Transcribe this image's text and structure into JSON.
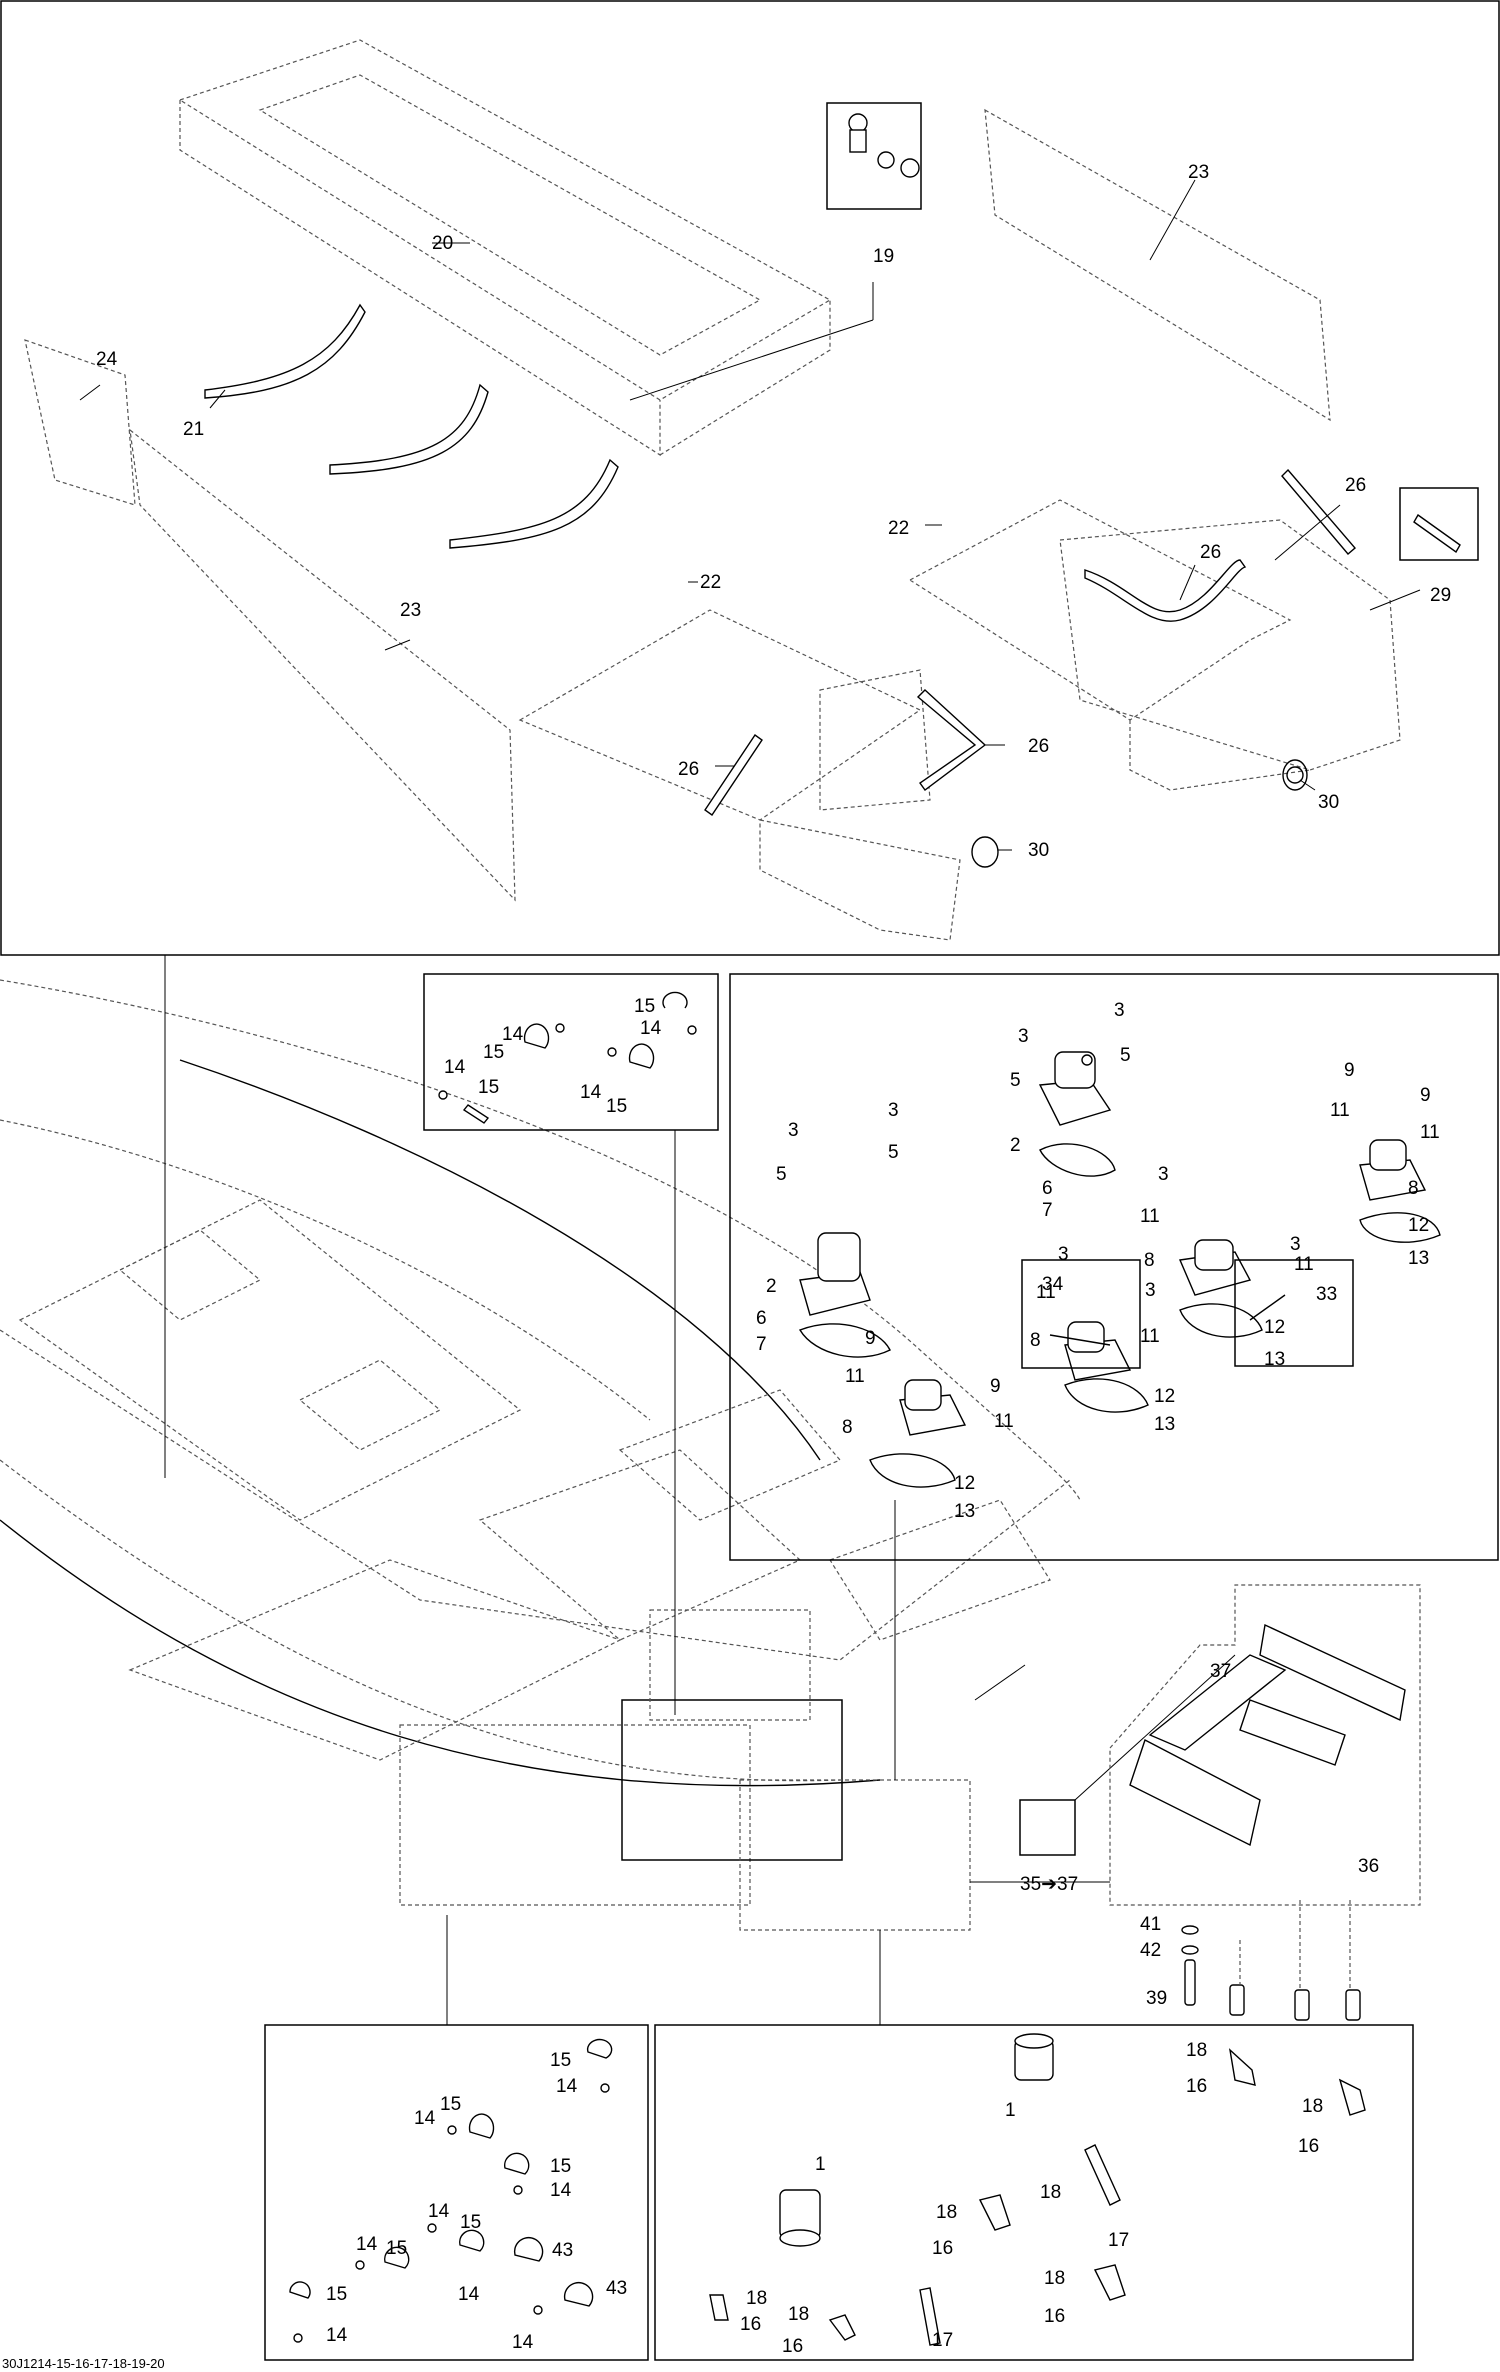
{
  "labels": {
    "p1": "1",
    "p3": "3",
    "p5": "5",
    "p2": "2",
    "p6": "6",
    "p7": "7",
    "p8": "8",
    "p9": "9",
    "p11": "11",
    "p12": "12",
    "p13": "13",
    "p14": "14",
    "p15": "15",
    "p16": "16",
    "p17": "17",
    "p18": "18",
    "p19": "19",
    "p20": "20",
    "p21": "21",
    "p22": "22",
    "p23": "23",
    "p24": "24",
    "p26": "26",
    "p29": "29",
    "p30": "30",
    "p33": "33",
    "p34": "34",
    "p35_37": "35➔37",
    "p36": "36",
    "p37": "37",
    "p39": "39",
    "p41": "41",
    "p42": "42",
    "p43": "43"
  },
  "footer": {
    "code": "30J1214-15-16-17-18-19-20"
  }
}
